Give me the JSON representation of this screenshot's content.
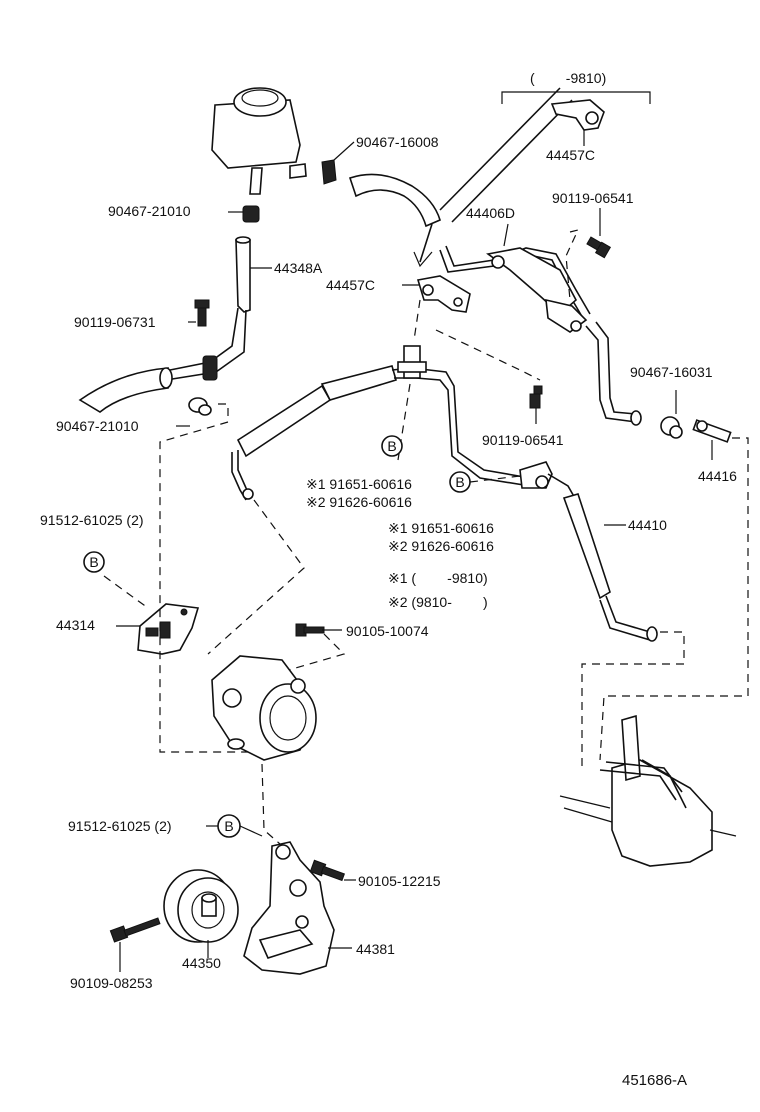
{
  "parts": {
    "p90467_16008": "90467-16008",
    "p90467_21010_top": "90467-21010",
    "p44348A": "44348A",
    "p90119_06731": "90119-06731",
    "p90467_21010_bottom": "90467-21010",
    "p44457C_top": "44457C",
    "p44406D": "44406D",
    "p90119_06541_top": "90119-06541",
    "p44457C_mid": "44457C",
    "p90467_16031": "90467-16031",
    "p90119_06541_mid": "90119-06541",
    "p44416": "44416",
    "p44410": "44410",
    "p91512_61025_top": "91512-61025 (2)",
    "p44314": "44314",
    "p90105_10074": "90105-10074",
    "p91512_61025_bottom": "91512-61025 (2)",
    "p90105_12215": "90105-12215",
    "p44381": "44381",
    "p44350": "44350",
    "p90109_08253": "90109-08253"
  },
  "date_range_top": "(        -9810)",
  "ref_b": "B",
  "notes": {
    "left_1": "※1 91651-60616",
    "left_2": "※2 91626-60616",
    "right_1": "※1 91651-60616",
    "right_2": "※2 91626-60616",
    "range_1": "※1 (        -9810)",
    "range_2": "※2 (9810-        )"
  },
  "diagram_id": "451686-A"
}
